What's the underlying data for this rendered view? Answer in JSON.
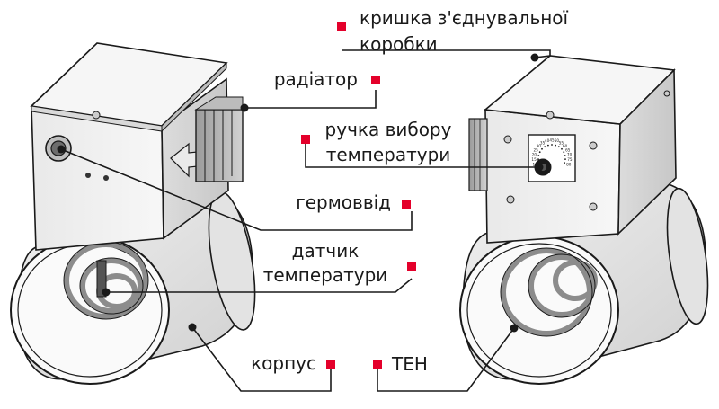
{
  "colors": {
    "marker": "#e4002b",
    "line": "#1a1a1a",
    "metal_light": "#f4f4f4",
    "metal_mid": "#d6d6d6",
    "metal_dark": "#a9a9a9",
    "heater_coil": "#8c8c8c"
  },
  "labels": {
    "box_cover": "кришка з'єднувальної коробки",
    "radiator": "радіатор",
    "temp_knob": "ручка вибору температури",
    "sealed_entry": "гермоввід",
    "temp_sensor": "датчик температури",
    "housing": "корпус",
    "heating_element": "ТЕН"
  },
  "dial": {
    "ticks": [
      "10",
      "15",
      "20",
      "25",
      "30",
      "35",
      "40",
      "45",
      "50",
      "55",
      "60",
      "65",
      "70",
      "75",
      "80"
    ]
  }
}
